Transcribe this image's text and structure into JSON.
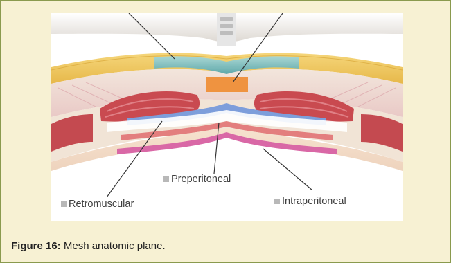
{
  "figure": {
    "labels": {
      "preperitoneal": "Preperitoneal",
      "retromuscular": "Retromuscular",
      "intraperitoneal": "Intraperitoneal"
    }
  },
  "caption": {
    "prefix": "Figure 16:",
    "text": "Mesh anatomic plane."
  },
  "colors": {
    "page_background": "#f7f1d3",
    "border": "#8a9a4e",
    "fat": "#f0c75a",
    "skin": "#e8e2da",
    "muscle": "#c9545a",
    "onlay_mesh": "#7fbfbf",
    "inlay_mesh": "#e88a3a",
    "retromuscular_mesh": "#7f9fd8",
    "preperitoneal_mesh": "#e58a8a",
    "intraperitoneal_mesh": "#d66aa6"
  }
}
